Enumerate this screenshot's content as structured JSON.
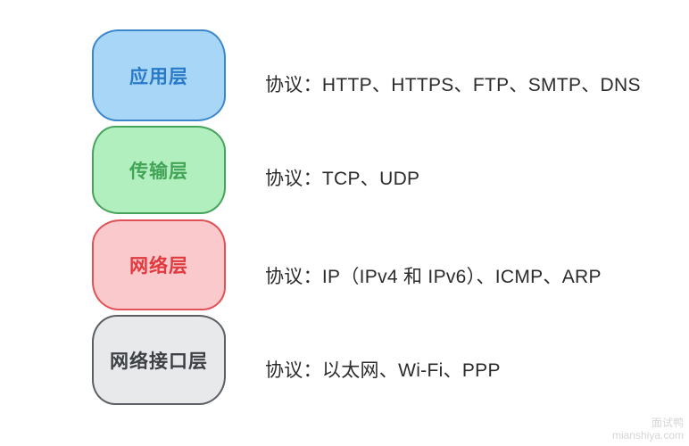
{
  "diagram": {
    "layers": [
      {
        "label": "应用层",
        "protocols": "协议：HTTP、HTTPS、FTP、SMTP、DNS",
        "fill": "#a8d6f6",
        "stroke": "#3c87cb",
        "text_color": "#2979c9"
      },
      {
        "label": "传输层",
        "protocols": "协议：TCP、UDP",
        "fill": "#b2efbf",
        "stroke": "#46a35c",
        "text_color": "#43a457"
      },
      {
        "label": "网络层",
        "protocols": "协议：IP（IPv4 和 IPv6）、ICMP、ARP",
        "fill": "#fac9cb",
        "stroke": "#e05258",
        "text_color": "#e03a3f"
      },
      {
        "label": "网络接口层",
        "protocols": "协议：以太网、Wi-Fi、PPP",
        "fill": "#e8e9eb",
        "stroke": "#5c5f63",
        "text_color": "#3c3f43"
      }
    ],
    "protocol_text_color": "#2b2b2b"
  },
  "watermark": {
    "brand": "面试鸭",
    "site": "mianshiya.com"
  }
}
